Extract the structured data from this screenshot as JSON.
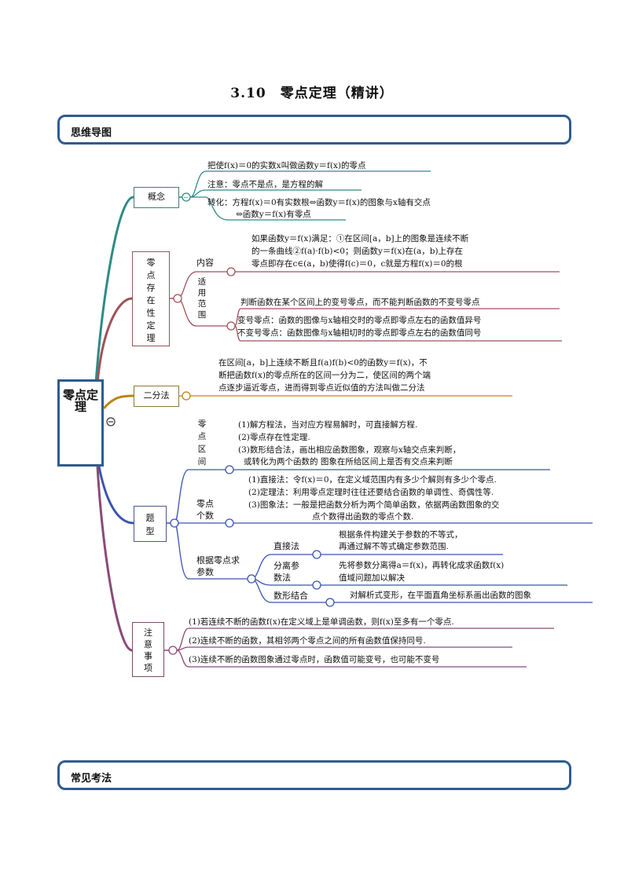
{
  "title": "3.10　零点定理（精讲）",
  "sections": {
    "mindmap": "思维导图",
    "exam": "常见考法"
  },
  "root": "零点定理",
  "concept": {
    "label": "概念",
    "l1": "把使f(x)＝0的实数x叫做函数y＝f(x)的零点",
    "l2": "注意：零点不是点，是方程的解",
    "l3a": "转化：方程f(x)＝0有实数根⇔函数y＝f(x)的图象与x轴有交点",
    "l3b": "⇔函数y＝f(x)有零点"
  },
  "existence": {
    "label": "零点存在性定理",
    "content_label": "内容",
    "c1": "如果函数y＝f(x)满足：①在区间[a，b]上的图象是连续不断",
    "c2": "的一条曲线②f(a)·f(b)<0；则函数y＝f(x)在(a，b)上存在",
    "c3": "零点即存在c∈(a，b)使得f(c)＝0，c就是方程f(x)＝0的根",
    "scope_label": "适用范围",
    "s1": "判断函数在某个区间上的变号零点，而不能判断函数的不变号零点",
    "s2": "变号零点：函数的图像与x轴相交时的零点即零点左右的函数值异号",
    "s3": "不变号零点：函数图像与x轴相切时的零点即零点左右的函数值同号"
  },
  "bisection": {
    "label": "二分法",
    "b1": "在区间[a，b]上连续不断且f(a)f(b)<0的函数y＝f(x)，不",
    "b2": "断把函数f(x)的零点所在的区间一分为二，使区间的两个端",
    "b3": "点逐步逼近零点，进而得到零点近似值的方法叫做二分法"
  },
  "types": {
    "label": "题型",
    "interval_label": "零点区间",
    "i1": "(1)解方程法，当对应方程易解时，可直接解方程.",
    "i2": "(2)零点存在性定理.",
    "i3": "(3)数形结合法，画出相应函数图象，观察与x轴交点来判断，",
    "i4": "或转化为两个函数的 图象在所给区间上是否有交点来判断",
    "count_label": "零点个数",
    "n1": "(1)直接法：令f(x)＝0，在定义域范围内有多少个解则有多少个零点.",
    "n2": "(2)定理法：利用零点定理时往往还要结合函数的单调性、奇偶性等.",
    "n3": "(3)图象法：一般是把函数分析为两个简单函数，依据两函数图象的交",
    "n4": "点个数得出函数的零点个数.",
    "param_label": "根据零点求参数",
    "direct_label": "直接法",
    "d1": "根据条件构建关于参数的不等式，",
    "d2": "再通过解不等式确定参数范围.",
    "sep_label": "分离参数法",
    "p1": "先将参数分离得a＝f(x)，再转化成求函数f(x)",
    "p2": "值域问题加以解决",
    "graph_label": "数形结合",
    "g1": "对解析式变形，在平面直角坐标系画出函数的图象"
  },
  "notes": {
    "label": "注意事项",
    "n1": "(1)若连续不断的函数f(x)在定义域上是单调函数，则f(x)至多有一个零点.",
    "n2": "(2)连续不断的函数，其相邻两个零点之间的所有函数值保持同号.",
    "n3": "(3)连续不断的函数图象通过零点时，函数值可能变号，也可能不变号"
  },
  "colors": {
    "teal": "#2e8b84",
    "maroon": "#a0525a",
    "gold": "#b8860b",
    "blue": "#3a55b0",
    "plum": "#8a4a78",
    "frame": "#2f5c8f"
  }
}
